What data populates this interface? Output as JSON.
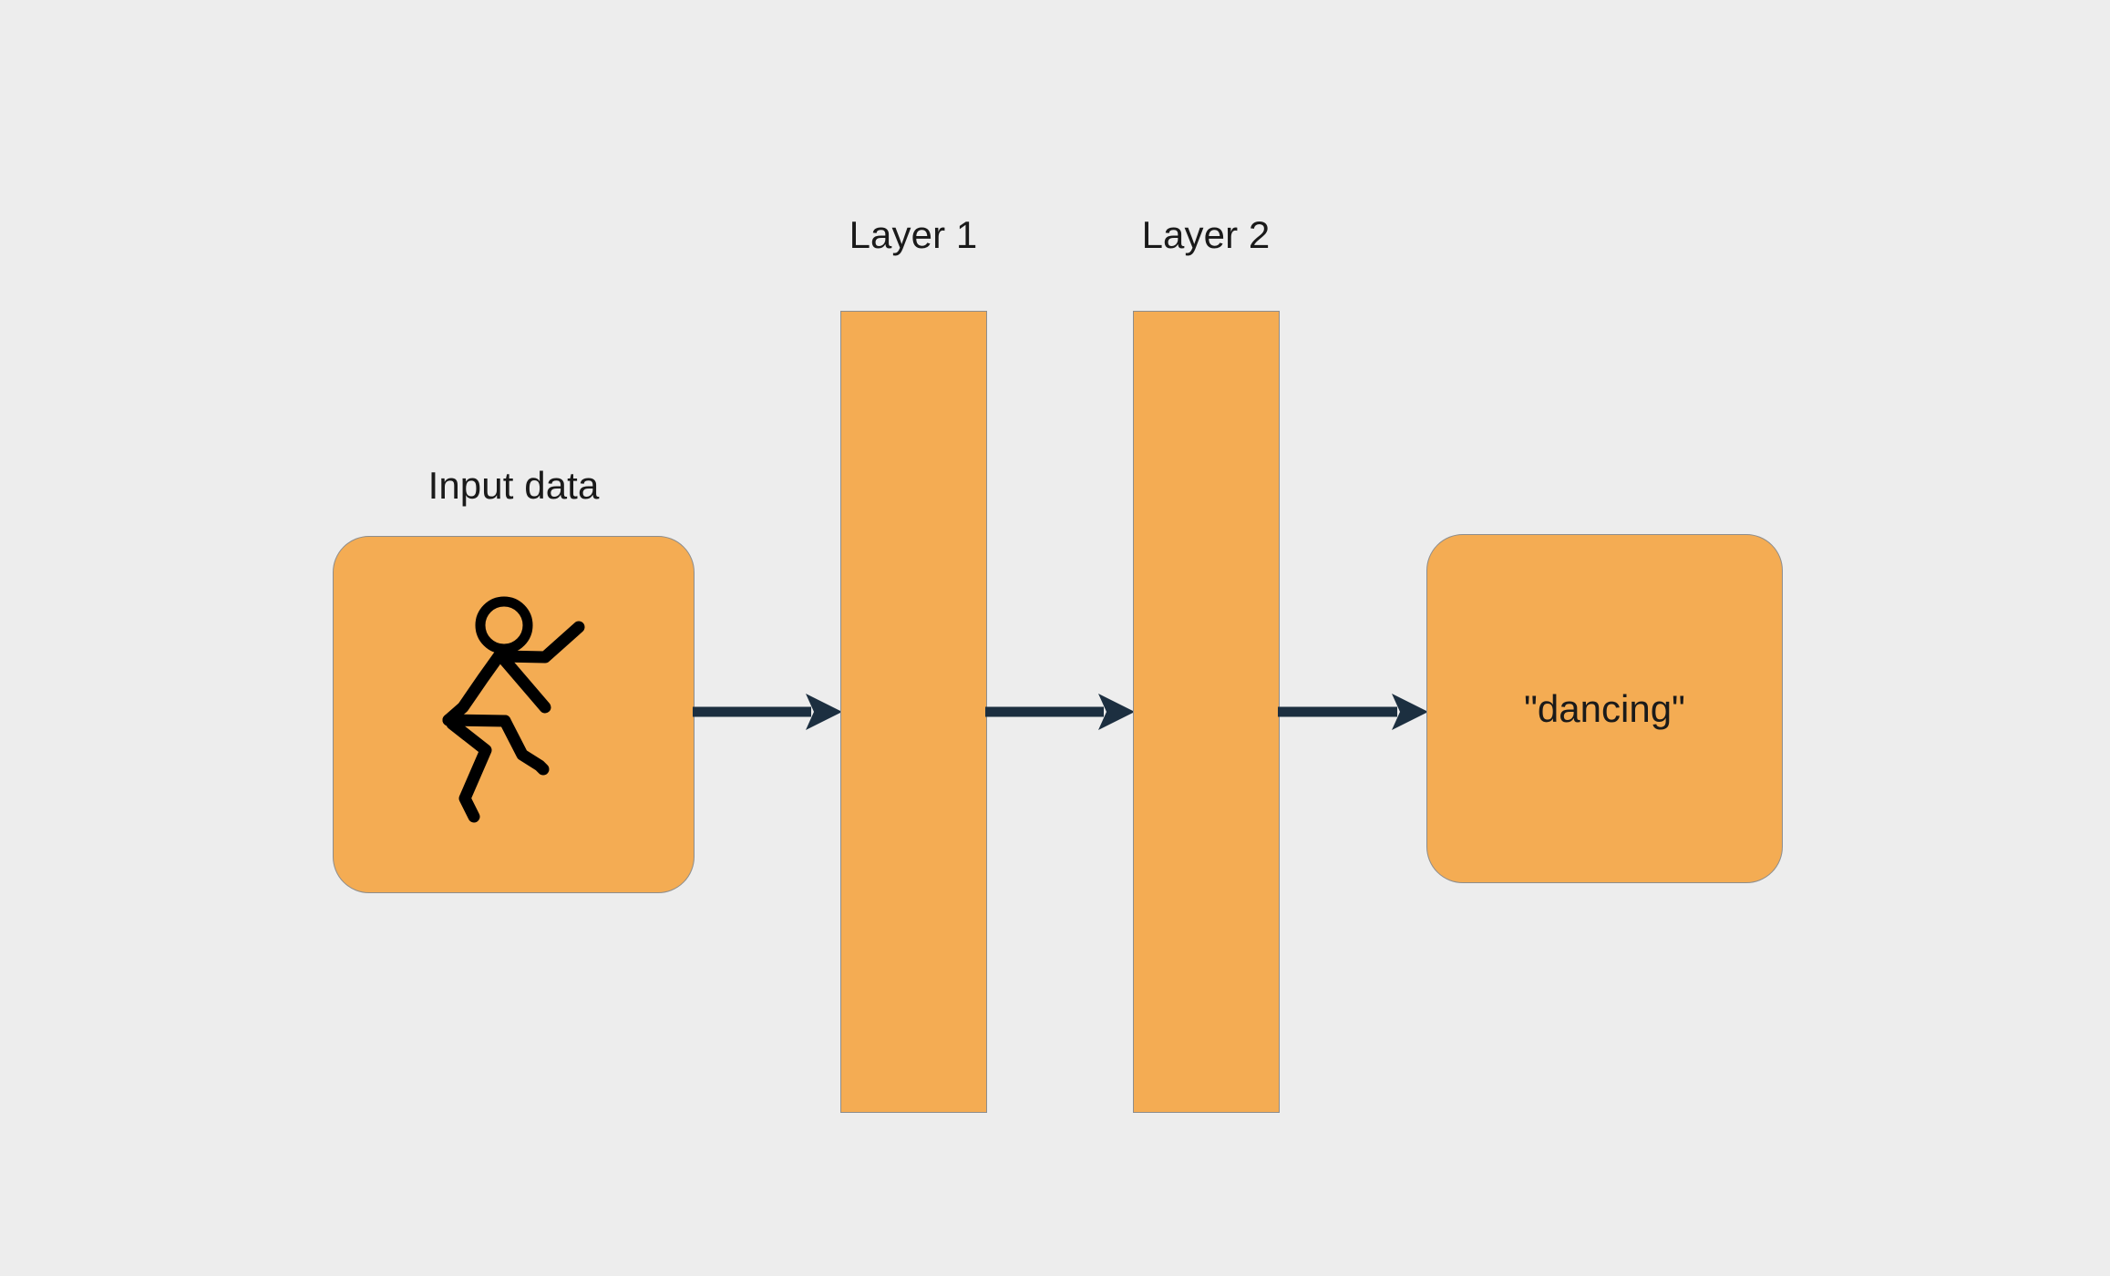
{
  "diagram": {
    "title": "Neural network layer pipeline",
    "background_color": "#ededed",
    "node_fill_color": "#f4ac53",
    "node_border_color": "#8d8d8d",
    "arrow_color": "#1c2f40",
    "text_color": "#1a1a1a"
  },
  "nodes": {
    "input": {
      "label": "Input data",
      "icon": "dancing-stick-figure-icon",
      "shape": "rounded-rectangle"
    },
    "layer1": {
      "label": "Layer 1",
      "shape": "vertical-bar"
    },
    "layer2": {
      "label": "Layer 2",
      "shape": "vertical-bar"
    },
    "output": {
      "text": "\"dancing\"",
      "shape": "rounded-rectangle"
    }
  },
  "arrows": [
    {
      "name": "input-to-layer1",
      "from": "input",
      "to": "layer1",
      "direction": "right"
    },
    {
      "name": "layer1-to-layer2",
      "from": "layer1",
      "to": "layer2",
      "direction": "right"
    },
    {
      "name": "layer2-to-output",
      "from": "layer2",
      "to": "output",
      "direction": "right"
    }
  ]
}
